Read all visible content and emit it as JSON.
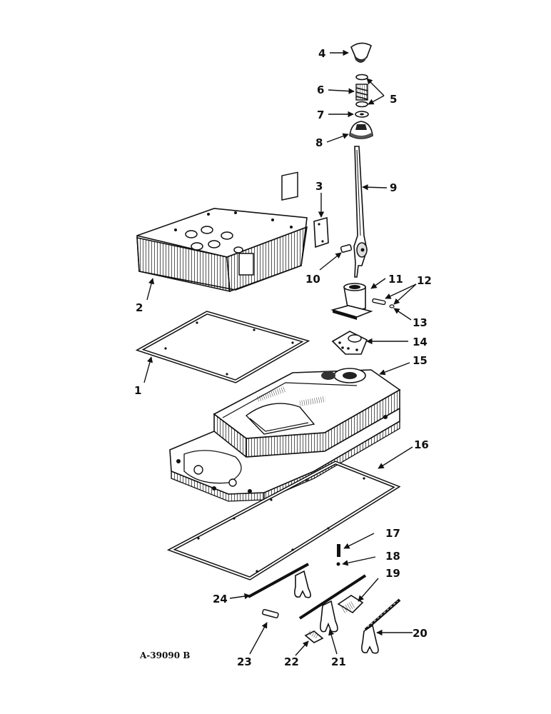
{
  "figure": {
    "drawing_number": "A-39090 B",
    "callouts": {
      "c1": "1",
      "c2": "2",
      "c3": "3",
      "c4": "4",
      "c5": "5",
      "c6": "6",
      "c7": "7",
      "c8": "8",
      "c9": "9",
      "c10": "10",
      "c11": "11",
      "c12": "12",
      "c13": "13",
      "c14": "14",
      "c15": "15",
      "c16": "16",
      "c17": "17",
      "c18": "18",
      "c19": "19",
      "c20": "20",
      "c21": "21",
      "c22": "22",
      "c23": "23",
      "c24": "24"
    }
  },
  "colors": {
    "ink": "#111111",
    "paper": "#ffffff"
  }
}
